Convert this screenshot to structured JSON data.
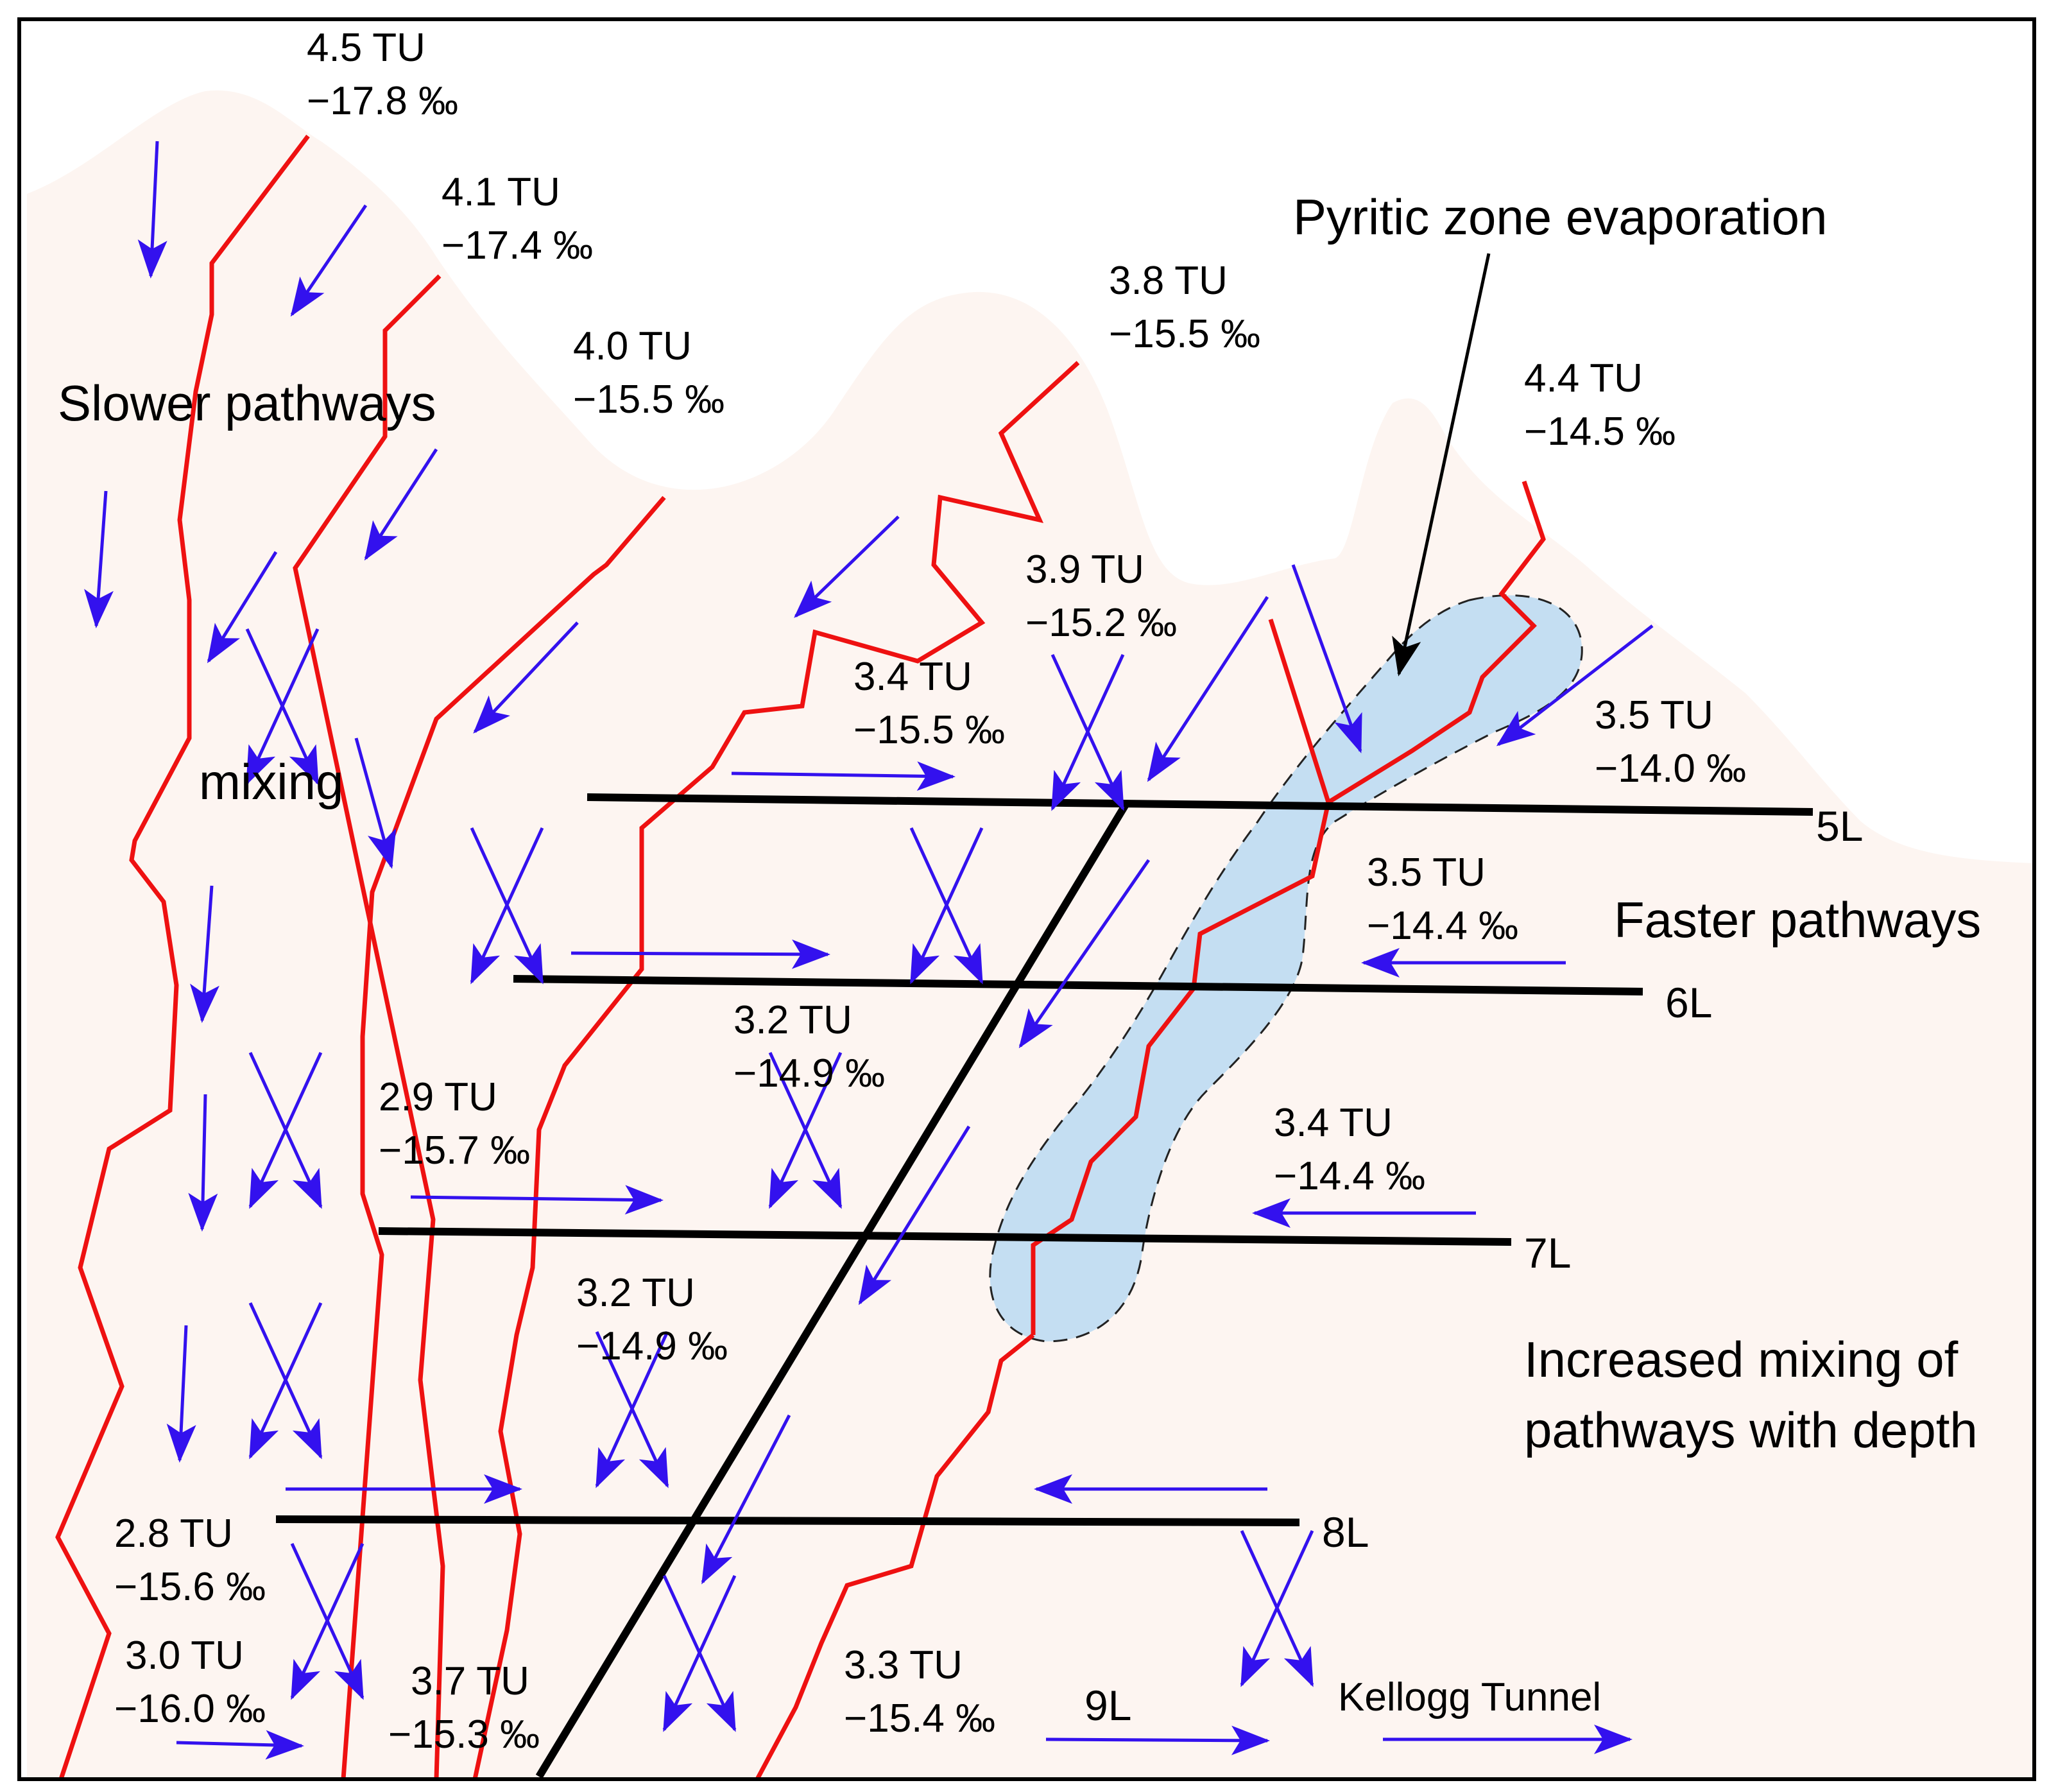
{
  "colors": {
    "rock_fill": "#fdf5f1",
    "fracture": "#ee1111",
    "flow_arrow": "#3311ee",
    "zone_fill": "#c4def2",
    "level_line": "#000000"
  },
  "labels": {
    "pyritic_zone": "Pyritic zone evaporation",
    "slower_pathways": "Slower pathways",
    "mixing": "mixing",
    "faster_pathways": "Faster pathways",
    "increased_mixing_line1": "Increased mixing of",
    "increased_mixing_line2": "pathways with depth",
    "kellogg_tunnel": "Kellogg Tunnel"
  },
  "levels": [
    "5L",
    "6L",
    "7L",
    "8L",
    "9L"
  ],
  "samples": [
    {
      "tu": "4.5 TU",
      "d18o": "−17.8 ‰"
    },
    {
      "tu": "4.1 TU",
      "d18o": "−17.4 ‰"
    },
    {
      "tu": "4.0 TU",
      "d18o": "−15.5 ‰"
    },
    {
      "tu": "3.8 TU",
      "d18o": "−15.5 ‰"
    },
    {
      "tu": "4.4 TU",
      "d18o": "−14.5 ‰"
    },
    {
      "tu": "3.9 TU",
      "d18o": "−15.2 ‰"
    },
    {
      "tu": "3.4 TU",
      "d18o": "−15.5 ‰"
    },
    {
      "tu": "3.5 TU",
      "d18o": "−14.0 ‰"
    },
    {
      "tu": "3.5 TU",
      "d18o": "−14.4 ‰"
    },
    {
      "tu": "3.2 TU",
      "d18o": "−14.9 ‰"
    },
    {
      "tu": "2.9 TU",
      "d18o": "−15.7 ‰"
    },
    {
      "tu": "3.4 TU",
      "d18o": "−14.4 ‰"
    },
    {
      "tu": "3.2 TU",
      "d18o": "−14.9 ‰"
    },
    {
      "tu": "2.8 TU",
      "d18o": "−15.6 ‰"
    },
    {
      "tu": "3.0 TU",
      "d18o": "−16.0 ‰"
    },
    {
      "tu": "3.7 TU",
      "d18o": "−15.3 ‰"
    },
    {
      "tu": "3.3 TU",
      "d18o": "−15.4 ‰"
    }
  ]
}
